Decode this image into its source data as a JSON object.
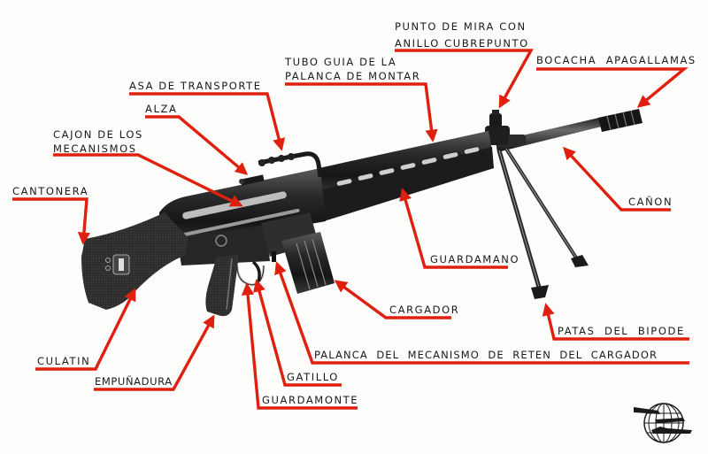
{
  "figure": {
    "subject": "rifle-parts-nomenclature",
    "accent_color": "#e0200f",
    "ink_color": "#1a1a1a",
    "labels": {
      "punto_de_mira": [
        "PUNTO DE MIRA CON",
        "ANILLO CUBREPUNTO"
      ],
      "bocacha": "BOCACHA  APAGALLAMAS",
      "tubo_guia": [
        "TUBO GUIA DE LA",
        "PALANCA DE MONTAR"
      ],
      "asa": "ASA DE TRANSPORTE",
      "alza": "ALZA",
      "cajon": [
        "CAJON DE LOS",
        "MECANISMOS"
      ],
      "cantonera": "CANTONERA",
      "canon": "CAÑON",
      "guardamano": "GUARDAMANO",
      "cargador": "CARGADOR",
      "patas": "PATAS  DEL  BIPODE",
      "palanca_reten": "PALANCA  DEL  MECANISMO  DE  RETEN  DEL  CARGADOR",
      "culatin": "CULATIN",
      "empunadura": "EMPUÑADURA",
      "gatillo": "GATILLO",
      "guardamonte": "GUARDAMONTE"
    },
    "logo": "globe-with-aircraft-and-ship-emblem"
  }
}
